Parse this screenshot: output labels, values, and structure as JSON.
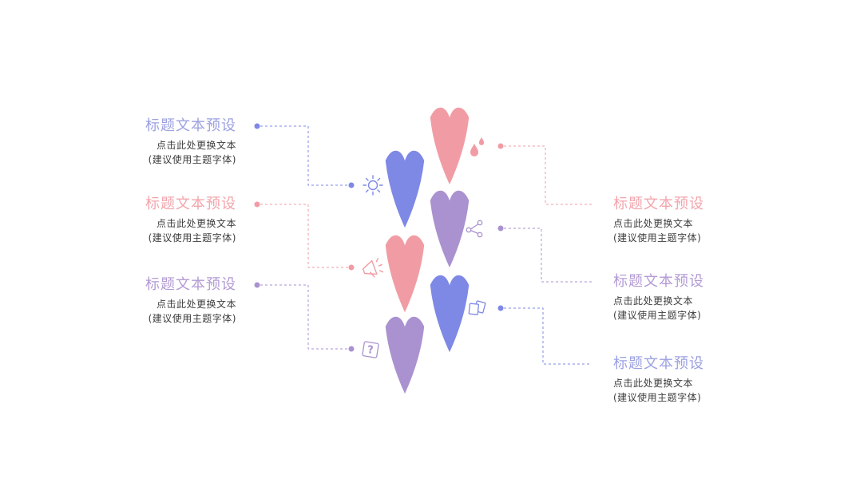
{
  "slide": {
    "background": "#ffffff"
  },
  "colors": {
    "pink": "#F19CA4",
    "periwinkle": "#7E88E5",
    "purple": "#AA92D0",
    "title_pink": "#F3A5AC",
    "title_periwinkle": "#9CA1E2",
    "title_purple": "#B39BD5",
    "body_text": "#3D3D3D",
    "white": "#FFFFFF"
  },
  "glyphs": {
    "question": "?"
  },
  "blocks": [
    {
      "id": "left-1",
      "side": "left",
      "title": "标题文本预设",
      "line1": "点击此处更换文本",
      "line2": "(建议使用主题字体)",
      "accent": "periwinkle",
      "icon": "sun-icon"
    },
    {
      "id": "left-2",
      "side": "left",
      "title": "标题文本预设",
      "line1": "点击此处更换文本",
      "line2": "(建议使用主题字体)",
      "accent": "pink",
      "icon": "megaphone-icon"
    },
    {
      "id": "left-3",
      "side": "left",
      "title": "标题文本预设",
      "line1": "点击此处更换文本",
      "line2": "(建议使用主题字体)",
      "accent": "purple",
      "icon": "question-icon"
    },
    {
      "id": "right-1",
      "side": "right",
      "title": "标题文本预设",
      "line1": "点击此处更换文本",
      "line2": "(建议使用主题字体)",
      "accent": "pink",
      "icon": "water-drops-icon"
    },
    {
      "id": "right-2",
      "side": "right",
      "title": "标题文本预设",
      "line1": "点击此处更换文本",
      "line2": "(建议使用主题字体)",
      "accent": "purple",
      "icon": "share-icon"
    },
    {
      "id": "right-3",
      "side": "right",
      "title": "标题文本预设",
      "line1": "点击此处更换文本",
      "line2": "(建议使用主题字体)",
      "accent": "periwinkle",
      "icon": "copy-icon"
    }
  ],
  "petals": [
    {
      "index": 1,
      "color": "pink"
    },
    {
      "index": 2,
      "color": "periwinkle"
    },
    {
      "index": 3,
      "color": "purple"
    },
    {
      "index": 4,
      "color": "pink"
    },
    {
      "index": 5,
      "color": "periwinkle"
    },
    {
      "index": 6,
      "color": "purple"
    }
  ]
}
